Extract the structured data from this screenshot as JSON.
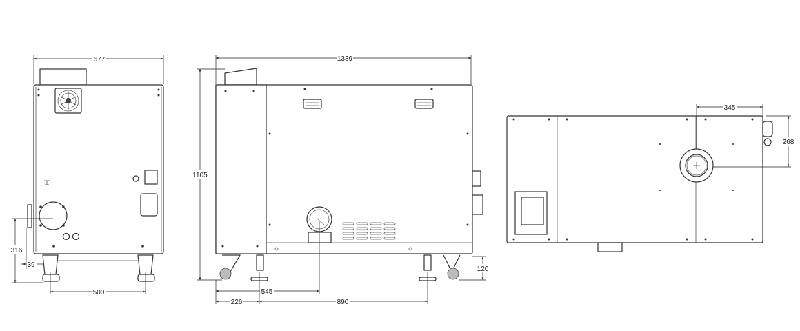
{
  "front_view": {
    "width_dim": "677",
    "inlet_height_dim": "316",
    "inlet_offset_dim": "39",
    "caster_spacing_dim": "500"
  },
  "side_view": {
    "length_dim": "1339",
    "height_dim": "1105",
    "foot_height_dim": "120",
    "exhaust_position_dim": "545",
    "front_foot_dim": "226",
    "foot_spacing_dim": "890"
  },
  "top_view": {
    "inlet_x_dim": "345",
    "inlet_y_dim": "268"
  }
}
